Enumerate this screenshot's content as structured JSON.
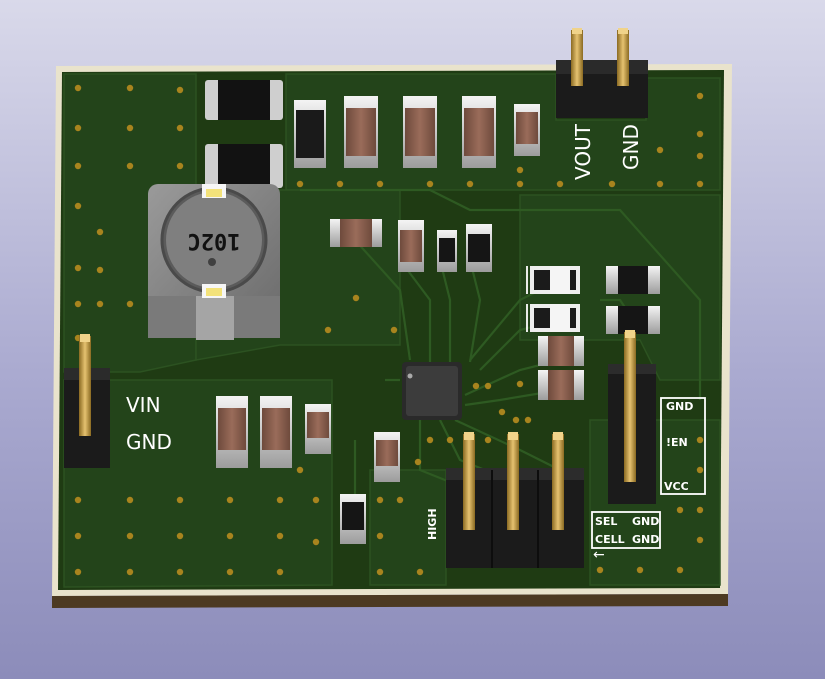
{
  "board": {
    "inductor_marking": "102C",
    "labels": {
      "vin": "VIN",
      "gnd_left": "GND",
      "vout": "VOUT",
      "gnd_top": "GND",
      "high": "HIGH",
      "gnd_right": "GND",
      "en": "!EN",
      "vcc": "VCC",
      "sel": "SEL",
      "sel_gnd": "GND",
      "cell": "CELL",
      "cell_gnd": "GND",
      "arrow": "←"
    }
  },
  "colors": {
    "pcb": "#1f3b13",
    "pcb_edge": "#15290c",
    "board_side": "#e8e2cc",
    "copper_pour": "#264716",
    "via": "#b08a1c",
    "header_body": "#1b1b1b",
    "pin": "#c9a24a",
    "cap_body": "#8a6050",
    "pad": "#d8d8d8"
  }
}
